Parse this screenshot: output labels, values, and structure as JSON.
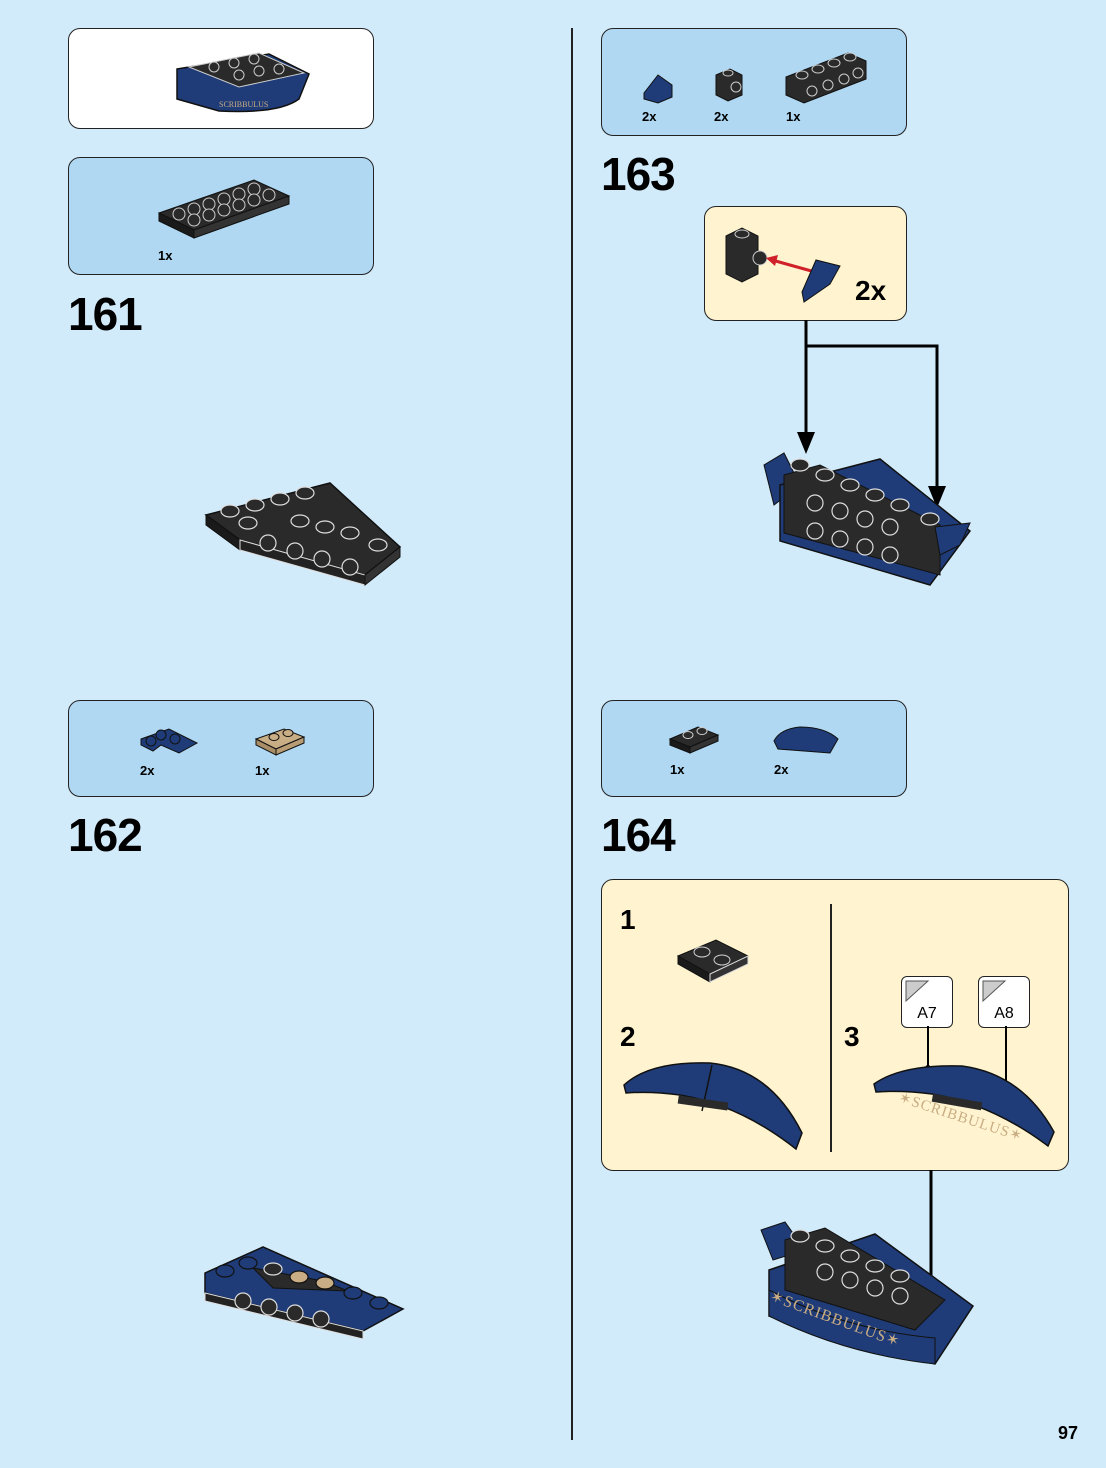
{
  "page": {
    "number": "97"
  },
  "colors": {
    "background": "#d2ebfa",
    "parts_box": "#b0d8f2",
    "submodel_box": "#fff4cf",
    "brick_blue": "#1f3c78",
    "brick_black": "#2a2a2a",
    "brick_tan": "#c9ad84",
    "arrow_red": "#d0202a"
  },
  "left": {
    "step161": {
      "number": "161",
      "parts": [
        {
          "qty": "1x",
          "part": "black-plate-2x6"
        }
      ]
    },
    "step162": {
      "number": "162",
      "parts": [
        {
          "qty": "2x",
          "part": "blue-corner-plate"
        },
        {
          "qty": "1x",
          "part": "tan-plate-1x2"
        }
      ]
    }
  },
  "right": {
    "step163": {
      "number": "163",
      "parts": [
        {
          "qty": "2x",
          "part": "blue-slope"
        },
        {
          "qty": "2x",
          "part": "black-brick-1x1-side-stud"
        },
        {
          "qty": "1x",
          "part": "black-brick-1x4-side-studs"
        }
      ],
      "callout_qty": "2x"
    },
    "step164": {
      "number": "164",
      "parts": [
        {
          "qty": "1x",
          "part": "black-plate-1x2"
        },
        {
          "qty": "2x",
          "part": "blue-curved-slope"
        }
      ],
      "substeps": [
        {
          "number": "1"
        },
        {
          "number": "2"
        },
        {
          "number": "3"
        }
      ],
      "stickers": [
        {
          "label": "A7"
        },
        {
          "label": "A8"
        }
      ],
      "inscription": "✶SCRIBBULUS✶"
    }
  }
}
